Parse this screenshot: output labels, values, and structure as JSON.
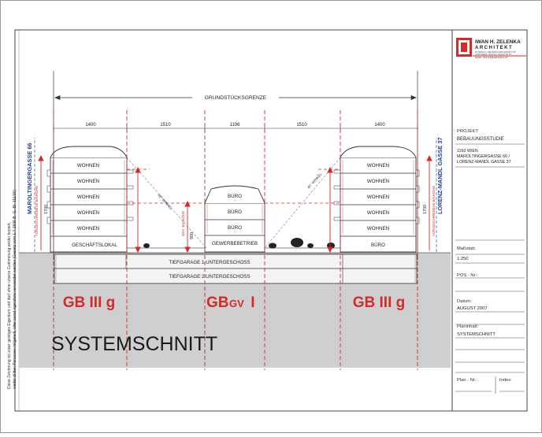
{
  "project_title_block": {
    "architect_line1": "IWAN H. ZELENKA",
    "architect_line2": "ARCHITEKT",
    "architect_small_1": "DI IWAN H. ZELENKA ARCHITEKT ZT",
    "architect_small_2": "1160 WIEN  TEL/FAX 01/123 45 67",
    "architect_small_3": "EMAIL OFFICE@ZELENKA.AT",
    "projekt_label": "PROJEKT:",
    "projekt_value": "BEBAUUNGSSTUDIE",
    "address_1": "1160 WIEN",
    "address_2": "MAROLTINGERGASSE 66 /",
    "address_3": "LORENZ-MANDL GASSE 37",
    "massstab_label": "Maßstab:",
    "massstab_value": "1:250",
    "pos_label": "POS - Nr.:",
    "datum_label": "Datum:",
    "datum_value": "AUGUST 2007",
    "planinhalt_label": "Planinhalt:",
    "planinhalt_value": "SYSTEMSCHNITT",
    "plan_nr_label": "Plan - Nr.:",
    "index_label": "Index:"
  },
  "drawing": {
    "title": "SYSTEMSCHNITT",
    "grundstuecksgrenze": "GRUNDSTÜCKSGRENZE",
    "street_left": "MAROLTINGERGASSE 66",
    "street_right": "LORENZ-MANDL GASSE 37",
    "dims": [
      "1400",
      "1510",
      "1196",
      "1510",
      "1400"
    ],
    "left_height": "1700",
    "right_height": "1700",
    "center_height": "900",
    "left_floors": [
      "WOHNEN",
      "WOHNEN",
      "WOHNEN",
      "WOHNEN",
      "WOHNEN",
      "GESCHÄFTSLOKAL"
    ],
    "center_floors": [
      "BÜRO",
      "BÜRO",
      "BÜRO",
      "GEWERBEBETRIEB"
    ],
    "right_floors": [
      "WOHNEN",
      "WOHNEN",
      "WOHNEN",
      "WOHNEN",
      "WOHNEN",
      "BÜRO"
    ],
    "basement_1": "TIEFGARAGE 1.UNTERGESCHOSS",
    "basement_2": "TIEFGARAGE 2.UNTERGESCHOSS",
    "zone_left": "GB III g",
    "zone_center_main": "GB",
    "zone_center_sub": "GV",
    "zone_center_tail": " I",
    "zone_right": "GB III g",
    "vert_red_left": "VORGESCHRIEBENE BAUHÖHE",
    "vert_red_right": "VORGESCHRIEBENE BAUHÖHE",
    "angle_label_left": "45° WINKEL",
    "angle_label_right": "45° WINKEL",
    "max_label": "MAX. BAUHÖHE"
  },
  "copyright_note": {
    "line1": "Diese Zeichnung ist unser geistiges Eigentum und darf ohne unsere Zustimmung weder kopiert,",
    "line2": "weder dritten Personen mitgeteilt, oder sonst irgendwie verwendet werden (Gesetz vom 1.7.1936 B.-G.-Bl. 111/36)"
  },
  "colors": {
    "red": "#d42a2a",
    "blue": "#1f3f9a",
    "ground": "#cfcfcf",
    "line": "#333333"
  }
}
